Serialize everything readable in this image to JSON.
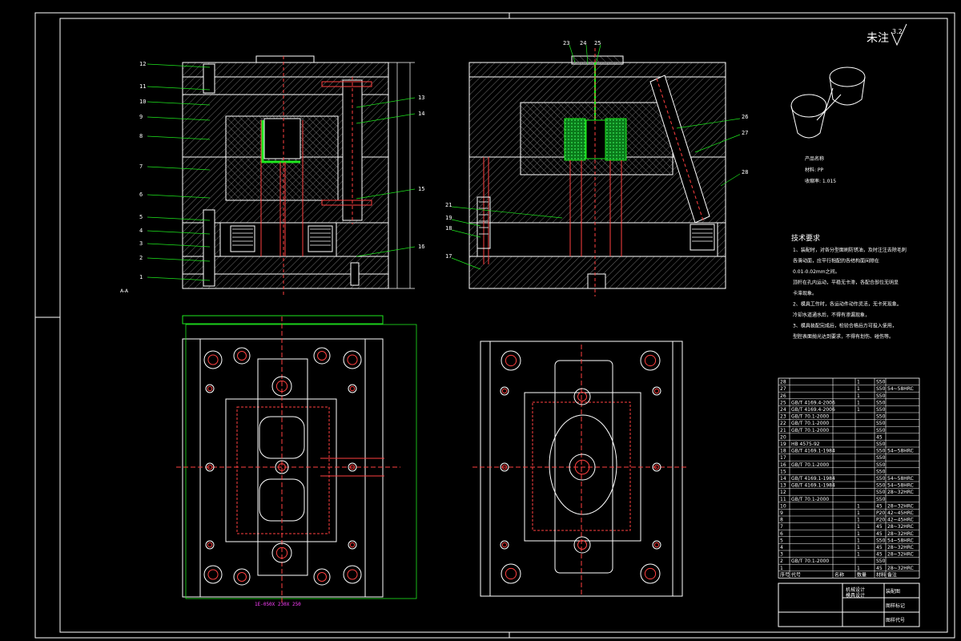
{
  "surface_note": {
    "label": "未注",
    "roughness": "3.2"
  },
  "product": {
    "material_caption": "产品名称",
    "material": "材料: PP",
    "shrink": "收缩率: 1.015"
  },
  "tech_requirements": {
    "title": "技术要求",
    "lines": [
      "1、装配时，对各分型面刷防锈油，及时注注去除毛刺",
      "各滑动面，应平行相配的各结构面间隙在",
      "0.01-0.02mm之间。",
      "顶杆在孔内运动，平稳无卡滞，各配合部位无明显",
      "卡滞现象。",
      "2、模具工作时，各运动件动作灵活，无卡死现象。",
      "冷却水道通水后，不得有渗漏现象，",
      "3、模具装配完成后，检验合格后方可投入使用，",
      "型腔表面抛光达到要求，不得有划伤、碰伤等。"
    ]
  },
  "left_section_callouts": [
    "12",
    "11",
    "10",
    "9",
    "8",
    "7",
    "6",
    "5",
    "4",
    "3",
    "2",
    "1"
  ],
  "mid_section_callouts": [
    "13",
    "14",
    "15",
    "16"
  ],
  "right_section_callouts": [
    "23",
    "24",
    "25",
    "26",
    "27",
    "28",
    "21",
    "19",
    "18",
    "17"
  ],
  "section_caption": "A-A",
  "bom": {
    "rows": [
      {
        "no": "28",
        "code": "",
        "name": "",
        "qty": "1",
        "mat": "S50",
        "note": ""
      },
      {
        "no": "27",
        "code": "",
        "name": "",
        "qty": "1",
        "mat": "S50",
        "note": "54~58HRC"
      },
      {
        "no": "26",
        "code": "",
        "name": "",
        "qty": "1",
        "mat": "S50",
        "note": ""
      },
      {
        "no": "25",
        "code": "GB/T 4169.4-2006",
        "name": "",
        "qty": "1",
        "mat": "S50",
        "note": ""
      },
      {
        "no": "24",
        "code": "GB/T 4169.4-2006",
        "name": "",
        "qty": "1",
        "mat": "S50",
        "note": ""
      },
      {
        "no": "23",
        "code": "GB/T 70.1-2000",
        "name": "",
        "qty": "",
        "mat": "S50",
        "note": ""
      },
      {
        "no": "22",
        "code": "GB/T 70.1-2000",
        "name": "",
        "qty": "",
        "mat": "S50",
        "note": ""
      },
      {
        "no": "21",
        "code": "GB/T 70.1-2000",
        "name": "",
        "qty": "",
        "mat": "S50",
        "note": ""
      },
      {
        "no": "20",
        "code": "",
        "name": "",
        "qty": "",
        "mat": "45",
        "note": ""
      },
      {
        "no": "19",
        "code": "HB 4575-92",
        "name": "",
        "qty": "",
        "mat": "S50",
        "note": ""
      },
      {
        "no": "18",
        "code": "GB/T 4169.1-1984",
        "name": "",
        "qty": "",
        "mat": "S50",
        "note": "54~58HRC"
      },
      {
        "no": "17",
        "code": "",
        "name": "",
        "qty": "",
        "mat": "S50",
        "note": ""
      },
      {
        "no": "16",
        "code": "GB/T 70.1-2000",
        "name": "",
        "qty": "",
        "mat": "S50",
        "note": ""
      },
      {
        "no": "15",
        "code": "",
        "name": "",
        "qty": "",
        "mat": "S50",
        "note": ""
      },
      {
        "no": "14",
        "code": "GB/T 4169.1-1984",
        "name": "",
        "qty": "",
        "mat": "S50",
        "note": "54~58HRC"
      },
      {
        "no": "13",
        "code": "GB/T 4169.1-1984",
        "name": "",
        "qty": "",
        "mat": "S50",
        "note": "54~58HRC"
      },
      {
        "no": "12",
        "code": "",
        "name": "",
        "qty": "",
        "mat": "S50",
        "note": "28~32HRC"
      },
      {
        "no": "11",
        "code": "GB/T 70.1-2000",
        "name": "",
        "qty": "",
        "mat": "S50",
        "note": ""
      },
      {
        "no": "10",
        "code": "",
        "name": "",
        "qty": "1",
        "mat": "45",
        "note": "28~32HRC"
      },
      {
        "no": "9",
        "code": "",
        "name": "",
        "qty": "1",
        "mat": "P20",
        "note": "42~45HRC"
      },
      {
        "no": "8",
        "code": "",
        "name": "",
        "qty": "1",
        "mat": "P20",
        "note": "42~45HRC"
      },
      {
        "no": "7",
        "code": "",
        "name": "",
        "qty": "1",
        "mat": "45",
        "note": "28~32HRC"
      },
      {
        "no": "6",
        "code": "",
        "name": "",
        "qty": "1",
        "mat": "45",
        "note": "28~32HRC"
      },
      {
        "no": "5",
        "code": "",
        "name": "",
        "qty": "1",
        "mat": "S50",
        "note": "54~58HRC"
      },
      {
        "no": "4",
        "code": "",
        "name": "",
        "qty": "1",
        "mat": "45",
        "note": "28~32HRC"
      },
      {
        "no": "3",
        "code": "",
        "name": "",
        "qty": "1",
        "mat": "45",
        "note": "28~32HRC"
      },
      {
        "no": "2",
        "code": "GB/T 70.1-2000",
        "name": "",
        "qty": "",
        "mat": "S50",
        "note": ""
      },
      {
        "no": "1",
        "code": "",
        "name": "",
        "qty": "1",
        "mat": "45",
        "note": "28~32HRC"
      }
    ],
    "header": {
      "no": "序号",
      "code": "代号",
      "name": "名称",
      "qty": "数量",
      "mat": "材料",
      "note": "备注"
    }
  },
  "title_block": {
    "school": "机械设计",
    "project": "模具设计",
    "drawing": "装配图",
    "scale_label": "图样标记",
    "number_label": "图样代号"
  },
  "dimension_magenta": "1E-050X  230X  250"
}
